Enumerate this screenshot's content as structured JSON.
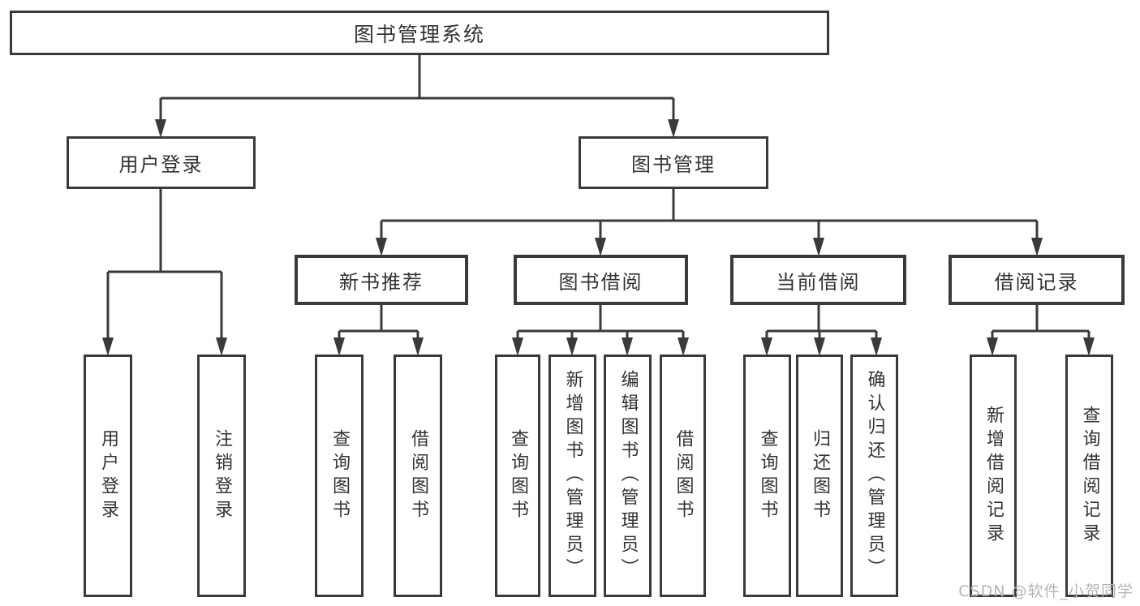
{
  "diagram": {
    "root": {
      "label": "图书管理系统",
      "children": [
        {
          "label": "用户登录",
          "children": [
            {
              "label": "用户登录"
            },
            {
              "label": "注销登录"
            }
          ]
        },
        {
          "label": "图书管理",
          "children": [
            {
              "label": "新书推荐",
              "children": [
                {
                  "label": "查询图书"
                },
                {
                  "label": "借阅图书"
                }
              ]
            },
            {
              "label": "图书借阅",
              "children": [
                {
                  "label": "查询图书"
                },
                {
                  "label": "新增图书（管理员）"
                },
                {
                  "label": "编辑图书（管理员）"
                },
                {
                  "label": "借阅图书"
                }
              ]
            },
            {
              "label": "当前借阅",
              "children": [
                {
                  "label": "查询图书"
                },
                {
                  "label": "归还图书"
                },
                {
                  "label": "确认归还（管理员）"
                }
              ]
            },
            {
              "label": "借阅记录",
              "children": [
                {
                  "label": "新增借阅记录"
                },
                {
                  "label": "查询借阅记录"
                }
              ]
            }
          ]
        }
      ]
    }
  },
  "watermark": {
    "text": "CSDN @软件_小贺同学"
  },
  "colors": {
    "line": "#3a3a3a",
    "text": "#333333",
    "watermark": "#b5b5b5",
    "background": "#ffffff"
  }
}
